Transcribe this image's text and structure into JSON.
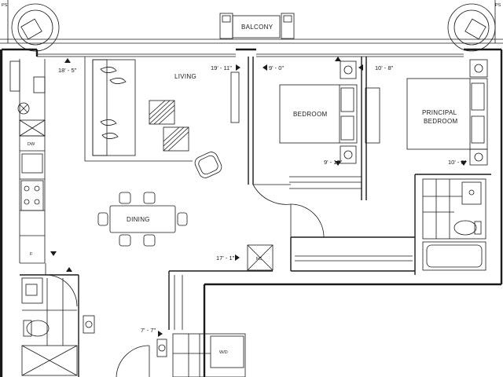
{
  "rooms": {
    "balcony": "BALCONY",
    "living": "LIVING",
    "dining": "DINING",
    "bedroom": "BEDROOM",
    "principal_line1": "PRINCIPAL",
    "principal_line2": "BEDROOM",
    "fc": "FC",
    "wd": "W/D",
    "dw": "DW",
    "ps_left": "PS",
    "ps_right": "PS",
    "fridge": "F"
  },
  "dimensions": {
    "living_width": "18' - 5\"",
    "living_depth": "19' - 11\"",
    "bedroom_width": "9' - 0\"",
    "bedroom_depth": "9' - 10\"",
    "principal_width": "10' - 8\"",
    "principal_depth": "10' - 0\"",
    "foyer_length": "17' - 1\"",
    "laundry_length": "7' - 7\""
  }
}
